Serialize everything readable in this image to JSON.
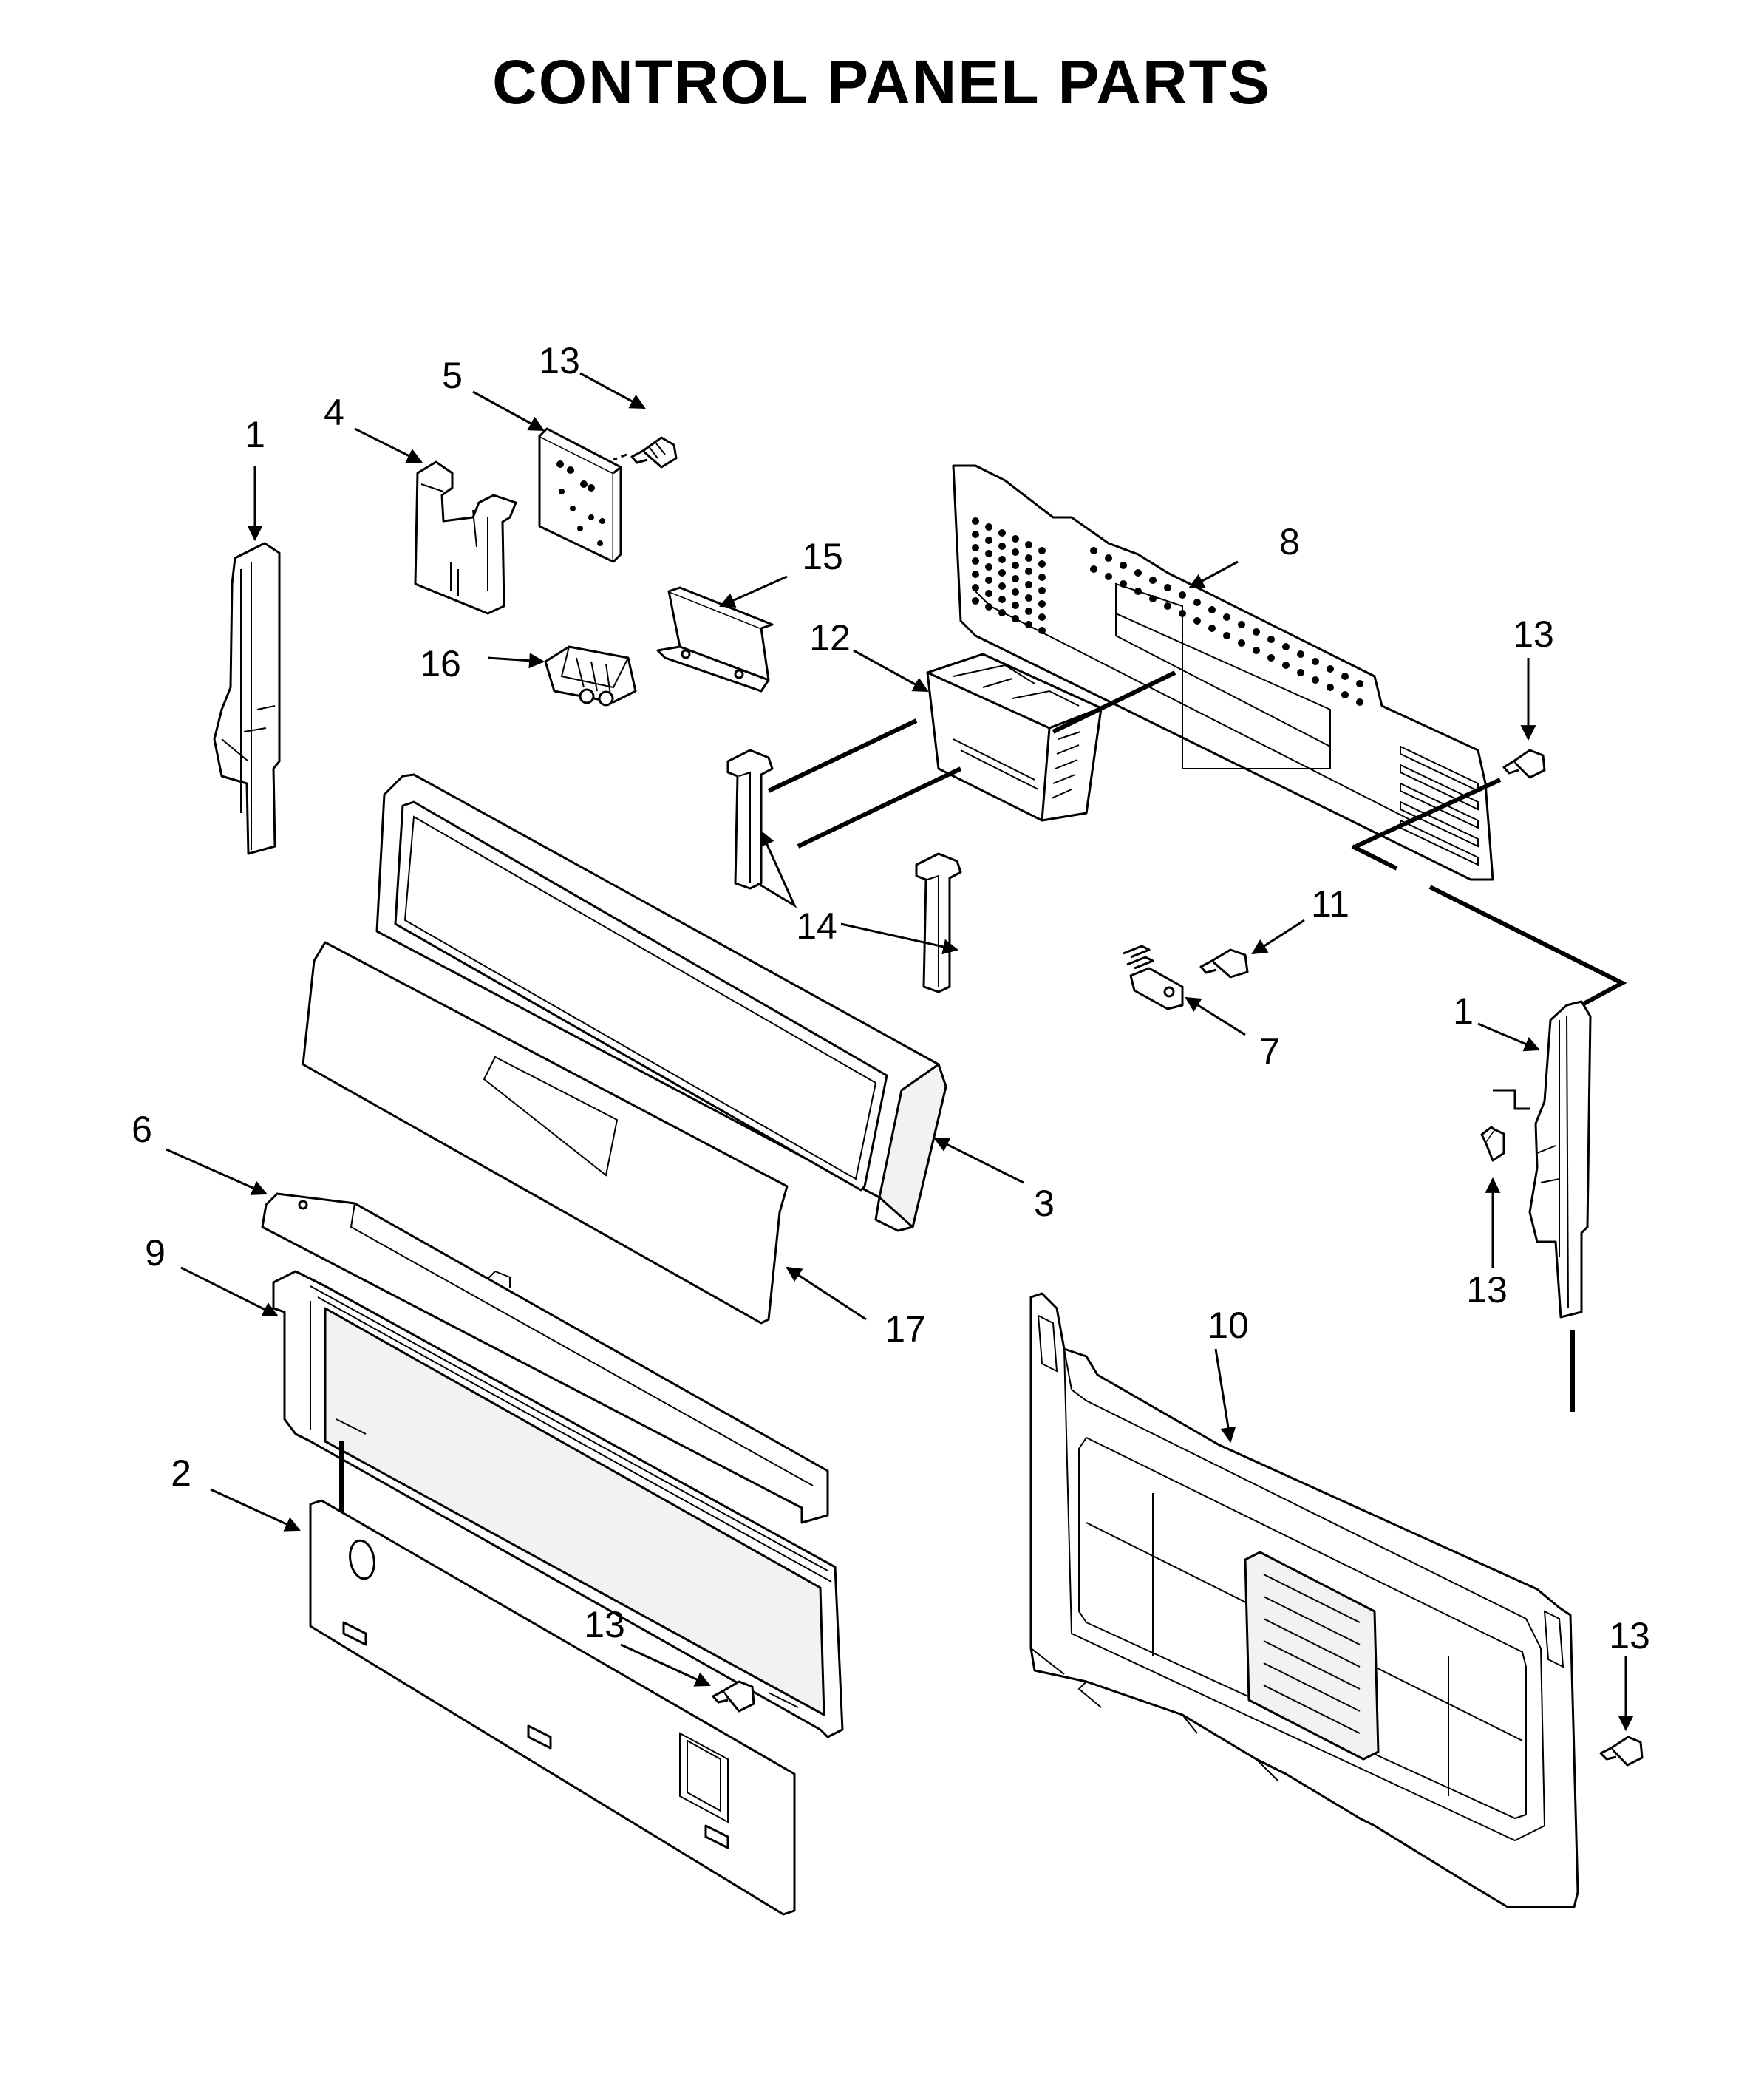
{
  "title": "CONTROL PANEL PARTS",
  "callouts": {
    "c1_left": "1",
    "c1_right": "1",
    "c2": "2",
    "c3": "3",
    "c4": "4",
    "c5": "5",
    "c6": "6",
    "c7": "7",
    "c8": "8",
    "c9": "9",
    "c10": "10",
    "c11": "11",
    "c12": "12",
    "c13_top": "13",
    "c13_right_upper": "13",
    "c13_right_bracket": "13",
    "c13_center": "13",
    "c13_right_lower": "13",
    "c14": "14",
    "c15": "15",
    "c16": "16",
    "c17": "17"
  }
}
